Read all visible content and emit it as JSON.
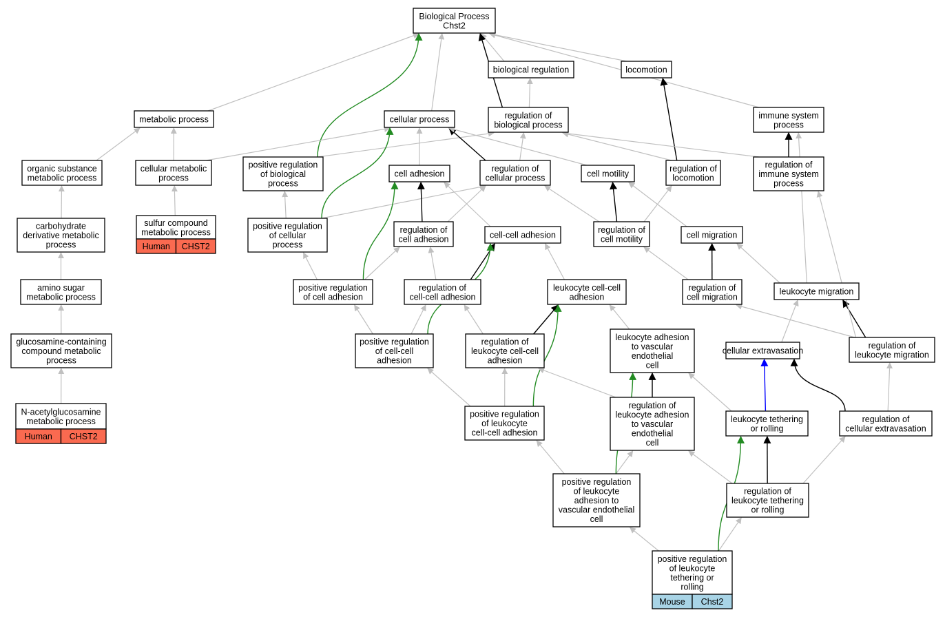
{
  "colors": {
    "gray_edge": "#c0c0c0",
    "black_edge": "#000000",
    "green_edge": "#228b22",
    "blue_edge": "#0000ff",
    "human_tag": "#fa6a50",
    "mouse_tag": "#a8d4e6"
  },
  "nodes": {
    "root": [
      "Biological Process",
      "Chst2"
    ],
    "bioreg": [
      "biological regulation"
    ],
    "locomotion": [
      "locomotion"
    ],
    "metabolic": [
      "metabolic process"
    ],
    "cellproc": [
      "cellular process"
    ],
    "regbio": [
      "regulation of",
      "biological process"
    ],
    "immune": [
      "immune system",
      "process"
    ],
    "organic": [
      "organic substance",
      "metabolic process"
    ],
    "cellmet": [
      "cellular metabolic",
      "process"
    ],
    "posregbio": [
      "positive regulation",
      "of biological",
      "process"
    ],
    "celladh": [
      "cell adhesion"
    ],
    "regcellproc": [
      "regulation of",
      "cellular process"
    ],
    "cellmot": [
      "cell motility"
    ],
    "regloco": [
      "regulation of",
      "locomotion"
    ],
    "regimmune": [
      "regulation of",
      "immune system",
      "process"
    ],
    "carbo": [
      "carbohydrate",
      "derivative metabolic",
      "process"
    ],
    "sulfur": [
      "sulfur compound",
      "metabolic process"
    ],
    "posregcellproc": [
      "positive regulation",
      "of cellular",
      "process"
    ],
    "regcelladh": [
      "regulation of",
      "cell adhesion"
    ],
    "cca": [
      "cell-cell adhesion"
    ],
    "regcellmot": [
      "regulation of",
      "cell motility"
    ],
    "cellmig": [
      "cell migration"
    ],
    "aminosugar": [
      "amino sugar",
      "metabolic process"
    ],
    "posregcelladh": [
      "positive regulation",
      "of cell adhesion"
    ],
    "regcca": [
      "regulation of",
      "cell-cell adhesion"
    ],
    "lcca": [
      "leukocyte cell-cell",
      "adhesion"
    ],
    "regcellmig": [
      "regulation of",
      "cell migration"
    ],
    "leukmig": [
      "leukocyte migration"
    ],
    "glucos": [
      "glucosamine-containing",
      "compound metabolic",
      "process"
    ],
    "posregcca": [
      "positive regulation",
      "of cell-cell",
      "adhesion"
    ],
    "reglcca": [
      "regulation of",
      "leukocyte cell-cell",
      "adhesion"
    ],
    "leukvasc": [
      "leukocyte adhesion",
      "to vascular",
      "endothelial",
      "cell"
    ],
    "extrav": [
      "cellular extravasation"
    ],
    "regleukmig": [
      "regulation of",
      "leukocyte migration"
    ],
    "nacetyl": [
      "N-acetylglucosamine",
      "metabolic process"
    ],
    "posreglcca": [
      "positive regulation",
      "of leukocyte",
      "cell-cell adhesion"
    ],
    "regleukvasc": [
      "regulation of",
      "leukocyte adhesion",
      "to vascular",
      "endothelial",
      "cell"
    ],
    "tether": [
      "leukocyte tethering",
      "or rolling"
    ],
    "regextrav": [
      "regulation of",
      "cellular extravasation"
    ],
    "posregleukvasc": [
      "positive regulation",
      "of leukocyte",
      "adhesion to",
      "vascular endothelial",
      "cell"
    ],
    "regtether": [
      "regulation of",
      "leukocyte tethering",
      "or rolling"
    ],
    "posregtether": [
      "positive regulation",
      "of leukocyte",
      "tethering or",
      "rolling"
    ]
  },
  "annotations": {
    "sulfur": [
      "Human",
      "CHST2"
    ],
    "nacetyl": [
      "Human",
      "CHST2"
    ],
    "posregtether": [
      "Mouse",
      "Chst2"
    ]
  },
  "edges": [
    [
      "bioreg",
      "root",
      "gray"
    ],
    [
      "locomotion",
      "root",
      "gray"
    ],
    [
      "metabolic",
      "root",
      "gray"
    ],
    [
      "cellproc",
      "root",
      "gray"
    ],
    [
      "regbio",
      "root",
      "black"
    ],
    [
      "regbio",
      "bioreg",
      "gray"
    ],
    [
      "immune",
      "root",
      "gray"
    ],
    [
      "posregbio",
      "root",
      "green"
    ],
    [
      "organic",
      "metabolic",
      "gray"
    ],
    [
      "cellmet",
      "metabolic",
      "gray"
    ],
    [
      "cellmet",
      "cellproc",
      "gray"
    ],
    [
      "posregbio",
      "regbio",
      "gray"
    ],
    [
      "celladh",
      "cellproc",
      "gray"
    ],
    [
      "regcellproc",
      "cellproc",
      "black"
    ],
    [
      "regcellproc",
      "regbio",
      "gray"
    ],
    [
      "cellmot",
      "cellproc",
      "gray"
    ],
    [
      "regloco",
      "locomotion",
      "black"
    ],
    [
      "regloco",
      "regbio",
      "gray"
    ],
    [
      "regimmune",
      "immune",
      "black"
    ],
    [
      "regimmune",
      "regbio",
      "gray"
    ],
    [
      "carbo",
      "organic",
      "gray"
    ],
    [
      "sulfur",
      "cellmet",
      "gray"
    ],
    [
      "posregcellproc",
      "cellproc",
      "green"
    ],
    [
      "posregcellproc",
      "posregbio",
      "gray"
    ],
    [
      "posregcellproc",
      "regcellproc",
      "gray"
    ],
    [
      "regcelladh",
      "celladh",
      "black"
    ],
    [
      "regcelladh",
      "regcellproc",
      "gray"
    ],
    [
      "cca",
      "celladh",
      "gray"
    ],
    [
      "regcellmot",
      "cellmot",
      "black"
    ],
    [
      "regcellmot",
      "regcellproc",
      "gray"
    ],
    [
      "regcellmot",
      "regloco",
      "gray"
    ],
    [
      "cellmig",
      "cellmot",
      "gray"
    ],
    [
      "aminosugar",
      "carbo",
      "gray"
    ],
    [
      "posregcelladh",
      "celladh",
      "green"
    ],
    [
      "posregcelladh",
      "posregcellproc",
      "gray"
    ],
    [
      "posregcelladh",
      "regcelladh",
      "gray"
    ],
    [
      "regcca",
      "regcelladh",
      "gray"
    ],
    [
      "regcca",
      "cca",
      "black"
    ],
    [
      "lcca",
      "cca",
      "gray"
    ],
    [
      "regcellmig",
      "cellmig",
      "black"
    ],
    [
      "regcellmig",
      "regcellmot",
      "gray"
    ],
    [
      "leukmig",
      "cellmig",
      "gray"
    ],
    [
      "leukmig",
      "immune",
      "gray"
    ],
    [
      "glucos",
      "aminosugar",
      "gray"
    ],
    [
      "posregcca",
      "posregcelladh",
      "gray"
    ],
    [
      "posregcca",
      "regcca",
      "gray"
    ],
    [
      "posregcca",
      "cca",
      "green"
    ],
    [
      "reglcca",
      "regcca",
      "gray"
    ],
    [
      "reglcca",
      "lcca",
      "black"
    ],
    [
      "leukvasc",
      "lcca",
      "gray"
    ],
    [
      "extrav",
      "leukmig",
      "gray"
    ],
    [
      "regleukmig",
      "leukmig",
      "black"
    ],
    [
      "regleukmig",
      "regcellmig",
      "gray"
    ],
    [
      "regleukmig",
      "regimmune",
      "gray"
    ],
    [
      "nacetyl",
      "glucos",
      "gray"
    ],
    [
      "posreglcca",
      "posregcca",
      "gray"
    ],
    [
      "posreglcca",
      "reglcca",
      "gray"
    ],
    [
      "posreglcca",
      "lcca",
      "green"
    ],
    [
      "regleukvasc",
      "reglcca",
      "gray"
    ],
    [
      "regleukvasc",
      "leukvasc",
      "black"
    ],
    [
      "tether",
      "leukvasc",
      "gray"
    ],
    [
      "tether",
      "extrav",
      "blue"
    ],
    [
      "regextrav",
      "extrav",
      "black"
    ],
    [
      "regextrav",
      "regleukmig",
      "gray"
    ],
    [
      "posregleukvasc",
      "posreglcca",
      "gray"
    ],
    [
      "posregleukvasc",
      "regleukvasc",
      "gray"
    ],
    [
      "posregleukvasc",
      "leukvasc",
      "green"
    ],
    [
      "regtether",
      "regleukvasc",
      "gray"
    ],
    [
      "regtether",
      "tether",
      "black"
    ],
    [
      "regtether",
      "regextrav",
      "gray"
    ],
    [
      "posregtether",
      "posregleukvasc",
      "gray"
    ],
    [
      "posregtether",
      "regtether",
      "gray"
    ],
    [
      "posregtether",
      "tether",
      "green"
    ]
  ]
}
